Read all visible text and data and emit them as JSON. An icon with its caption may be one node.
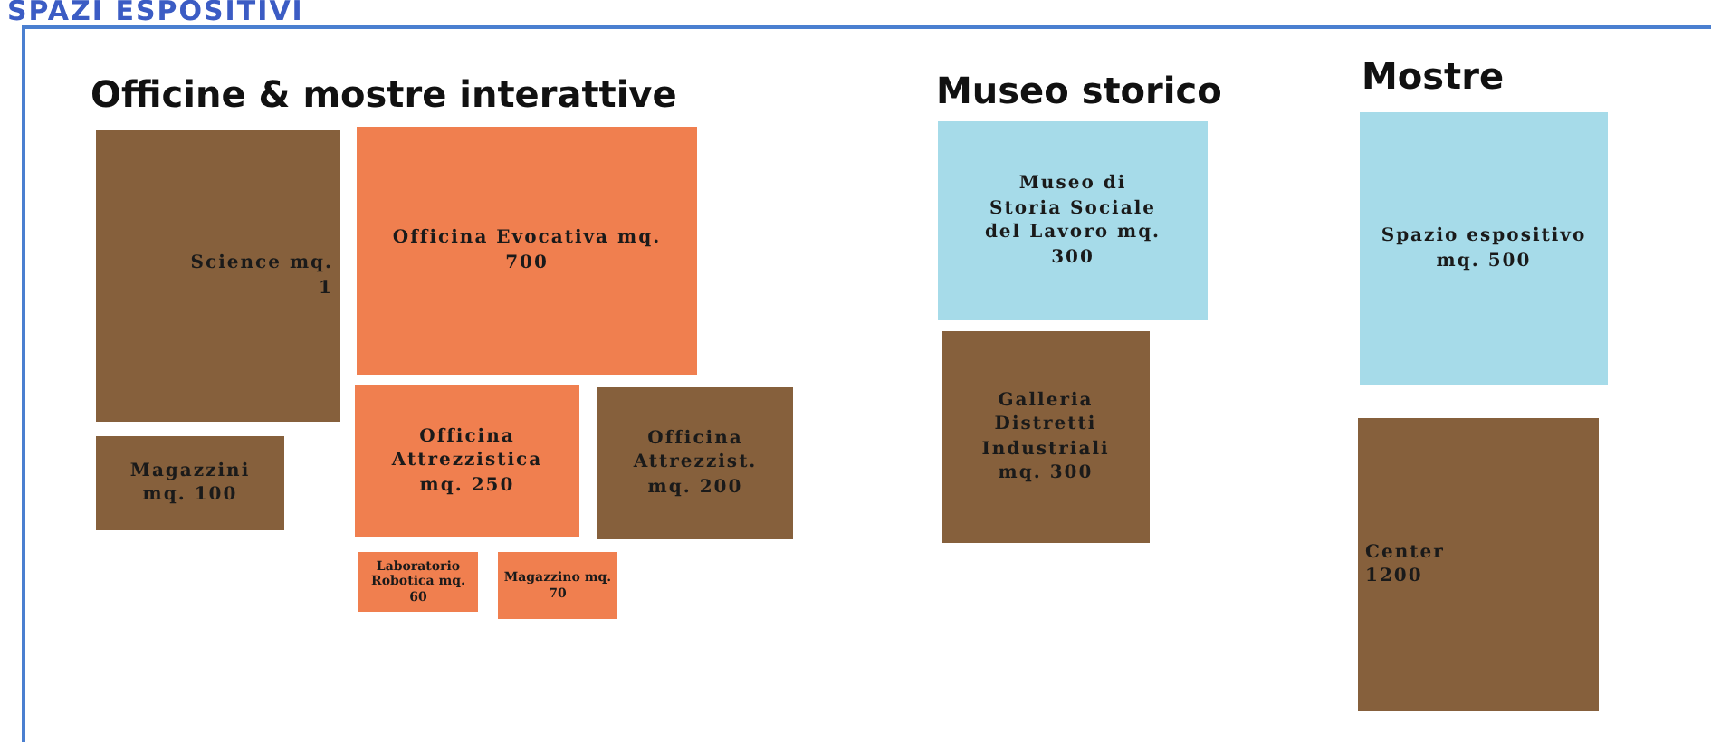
{
  "diagram": {
    "title": "SPAZI ESPOSITIVI",
    "nodes": [
      {
        "text": [
          "Science mq. 1"
        ]
      },
      {
        "text": [
          "Officina Evocativa mq. 700"
        ]
      },
      {
        "text": [
          "Magazzini mq. 100"
        ]
      },
      {
        "text": [
          "Officina Attrezzistica mq. 250"
        ]
      },
      {
        "text": [
          "Officina Attrezzist. mq. 200"
        ]
      },
      {
        "text": [
          "Laboratorio Robotica mq. 60"
        ]
      },
      {
        "text": [
          "Magazzino mq. 70"
        ]
      },
      {
        "text": [
          "Museo di Storia Sociale del Lavoro mq. 300"
        ]
      },
      {
        "text": [
          "Galleria Distretti Industriali mq. 300"
        ]
      },
      {
        "text": [
          "Spazio espositivo mq. 500"
        ]
      },
      {
        "text": [
          "Center 1200"
        ]
      }
    ],
    "labels": [
      "Officine & mostre interattive",
      "Museo storico",
      "Mostre"
    ]
  }
}
